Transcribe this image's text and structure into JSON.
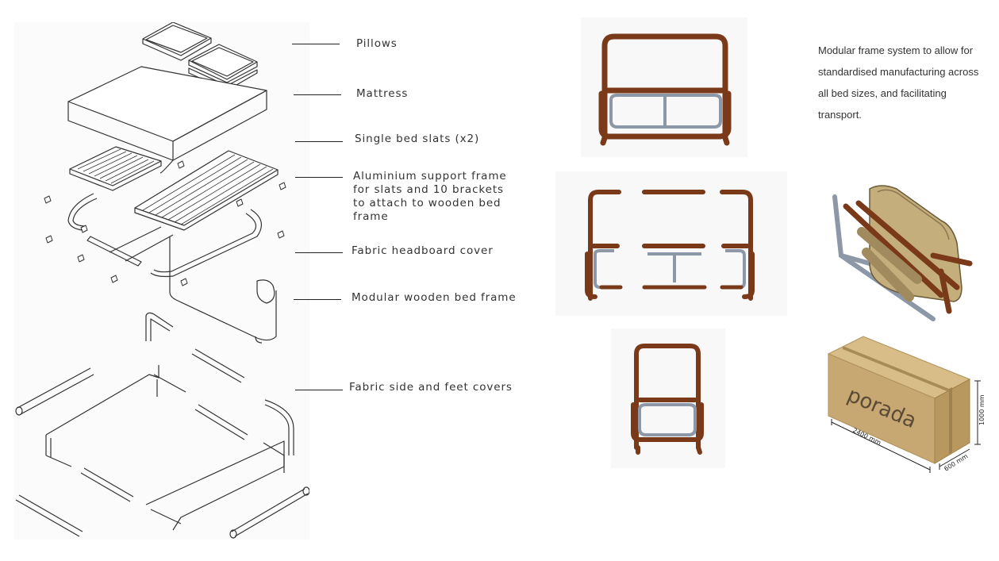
{
  "exploded_view": {
    "labels": {
      "pillows": "Pillows",
      "mattress": "Mattress",
      "slats": "Single bed slats (x2)",
      "support_frame": "Aluminium support frame\nfor slats and 10 brackets\nto attach to wooden bed\nframe",
      "headboard_cover": "Fabric headboard cover",
      "wooden_frame": "Modular wooden bed frame",
      "side_covers": "Fabric side and feet covers"
    }
  },
  "description": "Modular frame system to allow for standardised manufacturing across all bed sizes, and facilitating transport.",
  "package": {
    "brand": "porada",
    "length": "2400 mm",
    "width": "600 mm",
    "height": "1000 mm"
  },
  "colors": {
    "wood": "#7a3a1a",
    "aluminium": "#8c98a8",
    "box": "#c8a872",
    "line": "#222222"
  }
}
